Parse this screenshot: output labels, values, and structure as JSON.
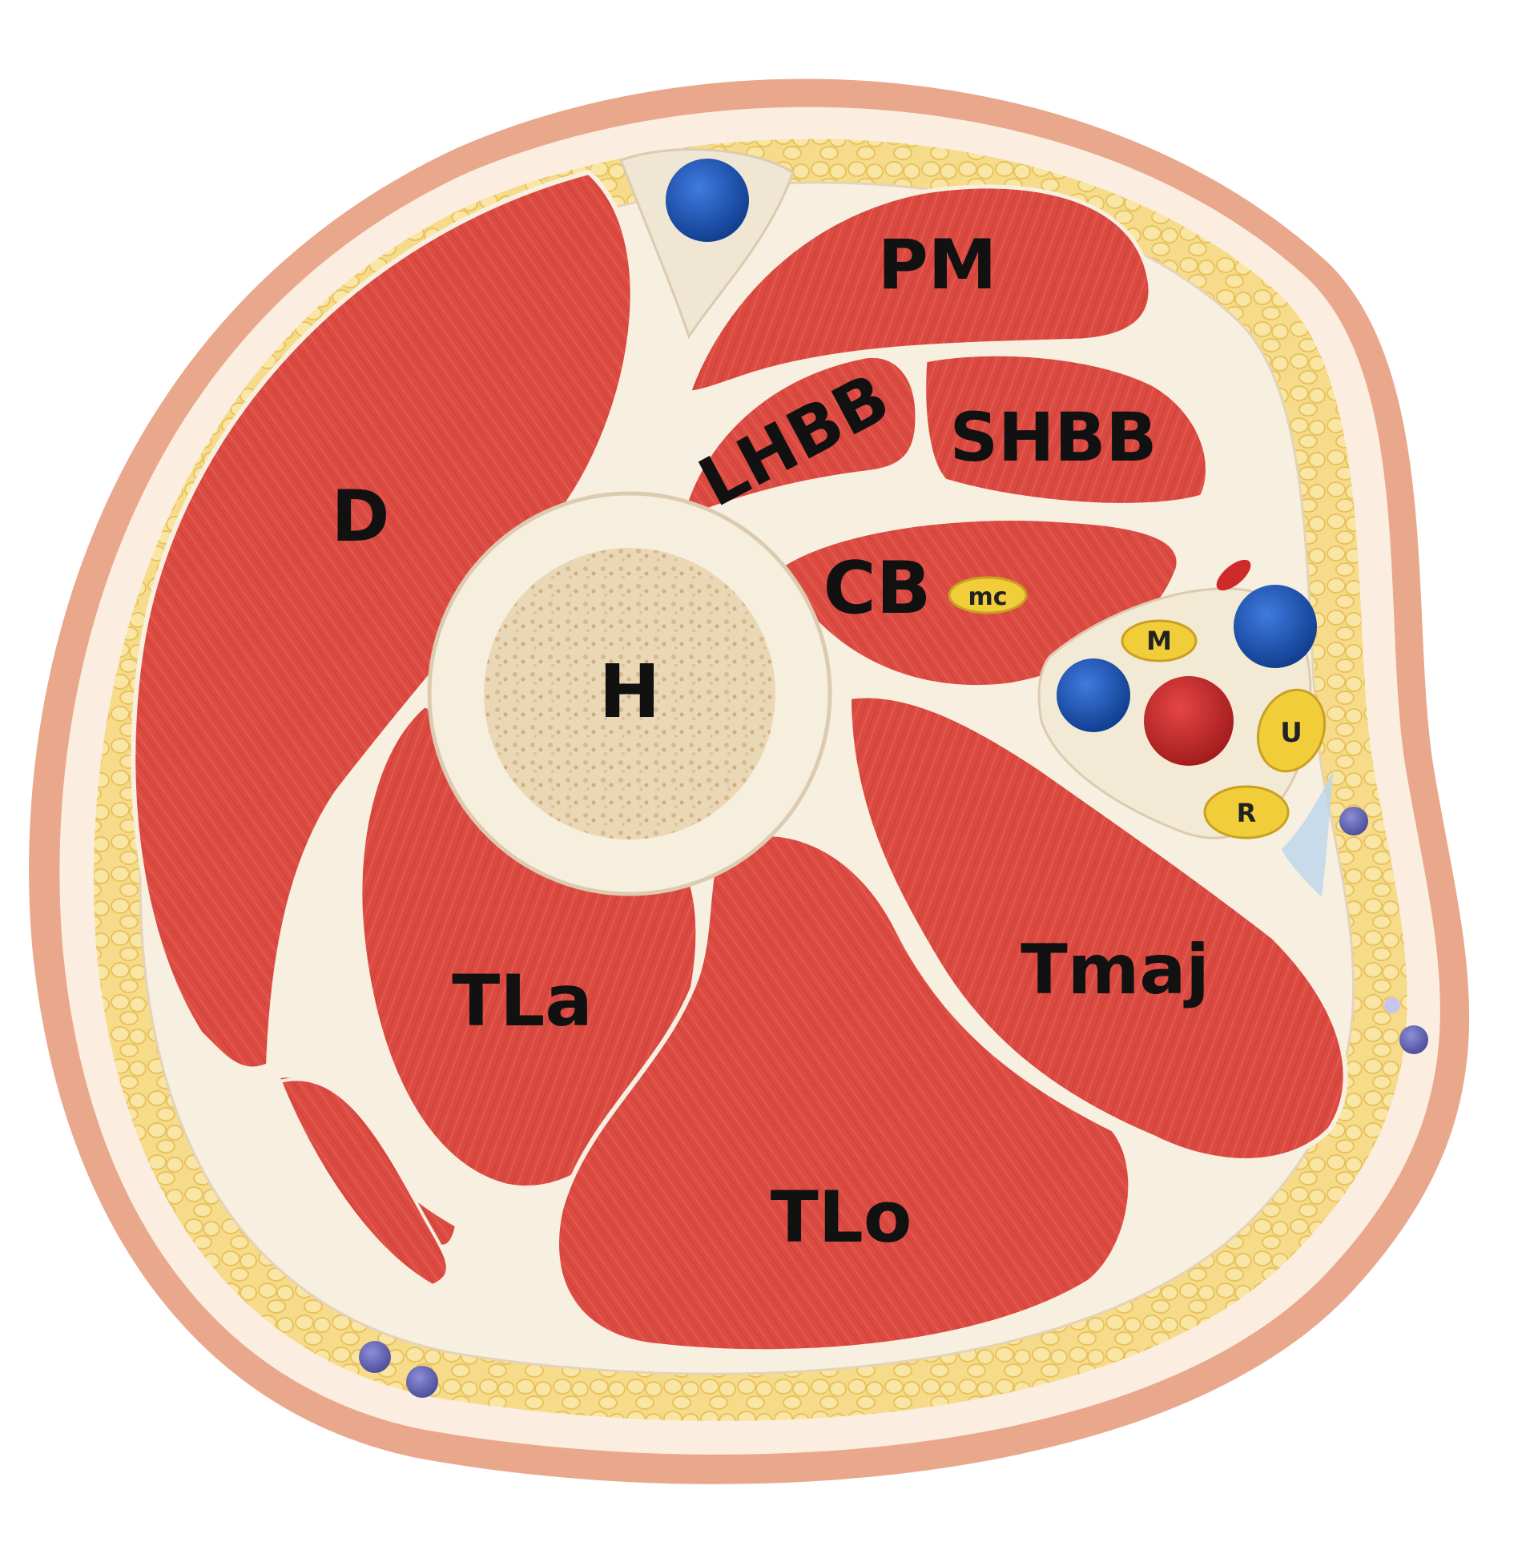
{
  "labels": {
    "pm": "PM",
    "lhbb": "LHBB",
    "shbb": "SHBB",
    "d": "D",
    "cb": "CB",
    "mc": "mc",
    "h": "H",
    "m": "M",
    "u": "U",
    "r": "R",
    "tla": "TLa",
    "tmaj": "Tmaj",
    "tlo": "TLo"
  },
  "colors": {
    "skin": "#e9a88c",
    "dermis": "#fbeee0",
    "fat": "#f6dc8a",
    "fascia": "#f7efe0",
    "muscle": "#dc4b42",
    "muscle_dark": "#b8322d",
    "bone_cortex": "#f7efdd",
    "bone_marrow": "#e7d2b0",
    "vein": "#1e56b5",
    "artery": "#cf2a2a",
    "nerve": "#f2cd3a"
  }
}
